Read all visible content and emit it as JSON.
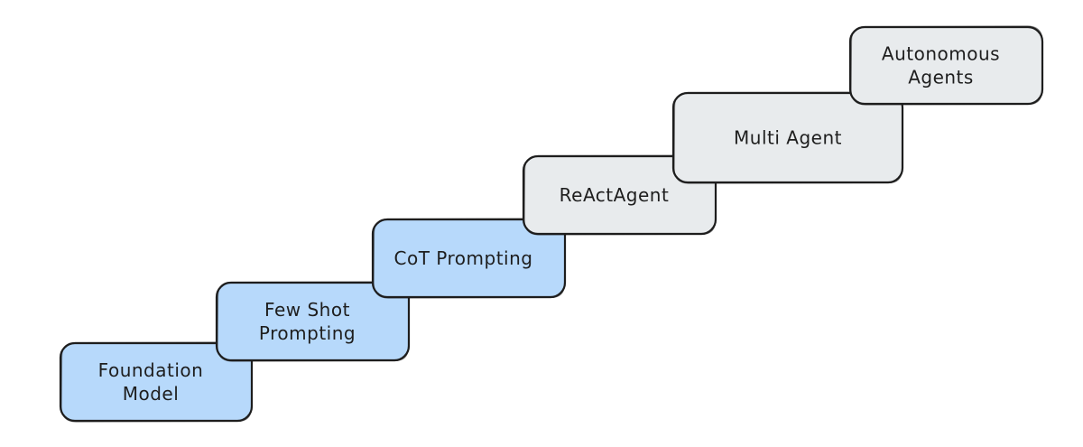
{
  "diagram": {
    "colors": {
      "blue_fill": "#b7d9fb",
      "gray_fill": "#e8ebed",
      "stroke": "#1e1e1e"
    },
    "steps": [
      {
        "lines": [
          "Foundation",
          "Model"
        ],
        "fill": "blue"
      },
      {
        "lines": [
          "Few Shot",
          "Prompting"
        ],
        "fill": "blue"
      },
      {
        "lines": [
          "CoT Prompting"
        ],
        "fill": "blue"
      },
      {
        "lines": [
          "ReActAgent"
        ],
        "fill": "gray"
      },
      {
        "lines": [
          "Multi Agent"
        ],
        "fill": "gray"
      },
      {
        "lines": [
          "Autonomous",
          "Agents"
        ],
        "fill": "gray"
      }
    ]
  }
}
